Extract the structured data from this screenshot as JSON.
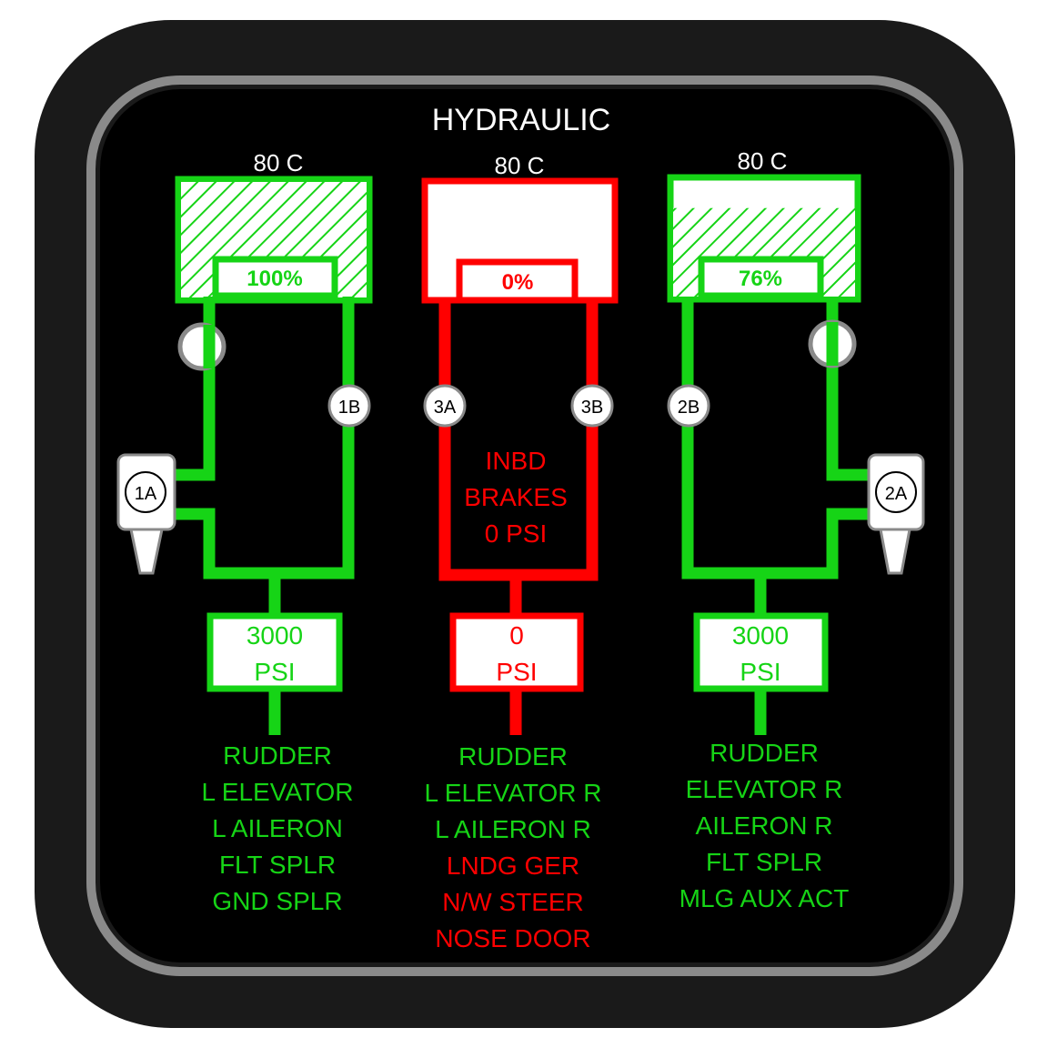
{
  "title": "HYDRAULIC",
  "colors": {
    "normal": "#16d416",
    "fault": "#ff0000",
    "background": "#000000",
    "bezel": "#1a1a1a",
    "bezel_ring": "#8a8a8a",
    "label": "#ffffff"
  },
  "systems": [
    {
      "id": "left",
      "status": "normal",
      "temperature": "80 C",
      "quantity_label": "100%",
      "quantity_fraction": 1.0,
      "pump_a": "1A",
      "pump_b": "1B",
      "pressure_value": "3000",
      "pressure_unit": "PSI",
      "consumers": [
        {
          "text": "RUDDER",
          "status": "normal"
        },
        {
          "text": "L ELEVATOR",
          "status": "normal"
        },
        {
          "text": "L AILERON",
          "status": "normal"
        },
        {
          "text": "FLT SPLR",
          "status": "normal"
        },
        {
          "text": "GND SPLR",
          "status": "normal"
        }
      ]
    },
    {
      "id": "center",
      "status": "fault",
      "temperature": "80 C",
      "quantity_label": "0%",
      "quantity_fraction": 0.0,
      "pump_a": "3A",
      "pump_b": "3B",
      "pressure_value": "0",
      "pressure_unit": "PSI",
      "brakes": [
        "INBD",
        "BRAKES",
        "0 PSI"
      ],
      "consumers": [
        {
          "text": "RUDDER",
          "status": "normal"
        },
        {
          "text": "L ELEVATOR R",
          "status": "normal"
        },
        {
          "text": "L AILERON R",
          "status": "normal"
        },
        {
          "text": "LNDG GER",
          "status": "fault"
        },
        {
          "text": "N/W STEER",
          "status": "fault"
        },
        {
          "text": "NOSE DOOR",
          "status": "fault"
        }
      ]
    },
    {
      "id": "right",
      "status": "normal",
      "temperature": "80 C",
      "quantity_label": "76%",
      "quantity_fraction": 0.76,
      "pump_a": "2A",
      "pump_b": "2B",
      "pressure_value": "3000",
      "pressure_unit": "PSI",
      "consumers": [
        {
          "text": "RUDDER",
          "status": "normal"
        },
        {
          "text": "ELEVATOR R",
          "status": "normal"
        },
        {
          "text": "AILERON R",
          "status": "normal"
        },
        {
          "text": "FLT SPLR",
          "status": "normal"
        },
        {
          "text": "MLG AUX ACT",
          "status": "normal"
        }
      ]
    }
  ]
}
